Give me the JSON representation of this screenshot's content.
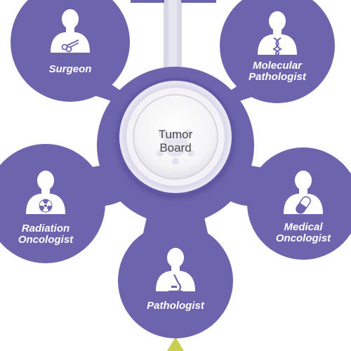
{
  "center": {
    "line1": "Tumor",
    "line2": "Board"
  },
  "roles": [
    {
      "key": "surgeon",
      "lines": [
        "Surgeon"
      ],
      "icon": "scissors-icon"
    },
    {
      "key": "molecular-pathologist",
      "lines": [
        "Molecular",
        "Pathologist"
      ],
      "icon": "dna-icon"
    },
    {
      "key": "radiation-oncologist",
      "lines": [
        "Radiation",
        "Oncologist"
      ],
      "icon": "radiation-icon"
    },
    {
      "key": "medical-oncologist",
      "lines": [
        "Medical",
        "Oncologist"
      ],
      "icon": "capsule-icon"
    },
    {
      "key": "pathologist",
      "lines": [
        "Pathologist"
      ],
      "icon": "microscope-icon"
    }
  ],
  "colors": {
    "node": "#6c65ae",
    "node_dark": "#5a539c",
    "connector": "#d5d5e3",
    "hub_ring": "#efeff5",
    "hub_face": "#f7f7f7",
    "arrow": "#c5cf4e",
    "text_hub": "#4a4a4a",
    "icon": "#ffffff"
  }
}
